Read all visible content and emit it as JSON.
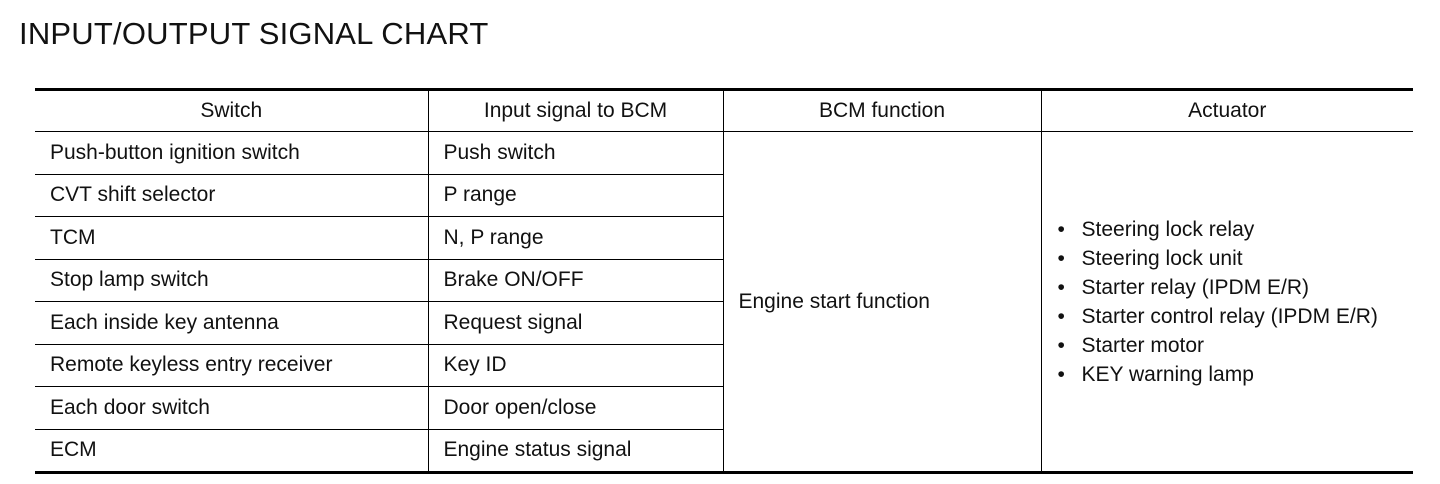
{
  "title": "INPUT/OUTPUT SIGNAL CHART",
  "table": {
    "headers": [
      "Switch",
      "Input signal to BCM",
      "BCM function",
      "Actuator"
    ],
    "rows": [
      {
        "switch": "Push-button ignition switch",
        "input": "Push switch"
      },
      {
        "switch": "CVT shift selector",
        "input": "P range"
      },
      {
        "switch": "TCM",
        "input": "N, P range"
      },
      {
        "switch": "Stop lamp switch",
        "input": "Brake ON/OFF"
      },
      {
        "switch": "Each inside key antenna",
        "input": "Request signal"
      },
      {
        "switch": "Remote keyless entry receiver",
        "input": "Key ID"
      },
      {
        "switch": "Each door switch",
        "input": "Door open/close"
      },
      {
        "switch": "ECM",
        "input": "Engine status signal"
      }
    ],
    "bcm_function": "Engine start function",
    "actuators": [
      "Steering lock relay",
      "Steering lock unit",
      "Starter relay (IPDM E/R)",
      "Starter control relay (IPDM E/R)",
      "Starter motor",
      "KEY warning lamp"
    ]
  }
}
